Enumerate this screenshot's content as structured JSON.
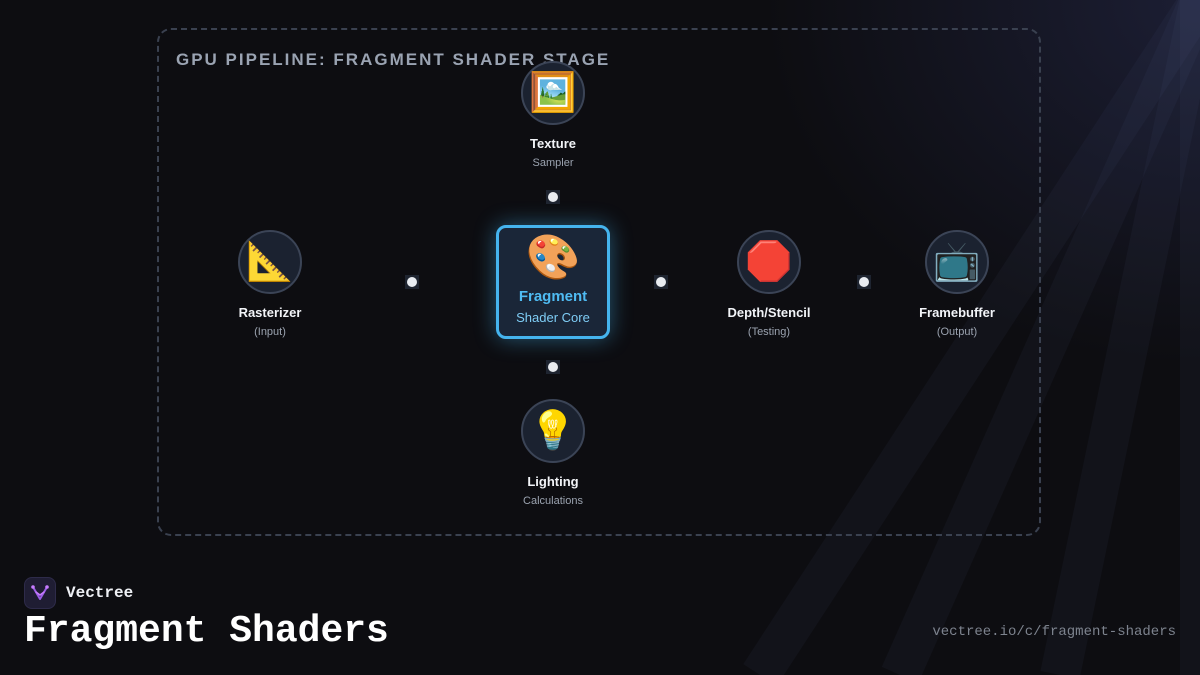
{
  "diagram": {
    "title": "GPU PIPELINE: FRAGMENT SHADER STAGE",
    "core": {
      "icon": "🎨",
      "icon_name": "palette-icon",
      "name": "Fragment",
      "sub": "Shader Core",
      "accent": "#45b4ee"
    },
    "nodes": {
      "texture": {
        "icon": "🖼️",
        "icon_name": "framed-picture-icon",
        "name": "Texture",
        "sub": "Sampler"
      },
      "rasterizer": {
        "icon": "📐",
        "icon_name": "triangle-ruler-icon",
        "name": "Rasterizer",
        "sub": "(Input)"
      },
      "depth": {
        "icon": "🛑",
        "icon_name": "stop-sign-icon",
        "name": "Depth/Stencil",
        "sub": "(Testing)"
      },
      "framebuffer": {
        "icon": "📺",
        "icon_name": "television-icon",
        "name": "Framebuffer",
        "sub": "(Output)"
      },
      "lighting": {
        "icon": "💡",
        "icon_name": "light-bulb-icon",
        "name": "Lighting",
        "sub": "Calculations"
      }
    }
  },
  "footer": {
    "brand": "Vectree",
    "title": "Fragment Shaders",
    "url": "vectree.io/c/fragment-shaders"
  }
}
